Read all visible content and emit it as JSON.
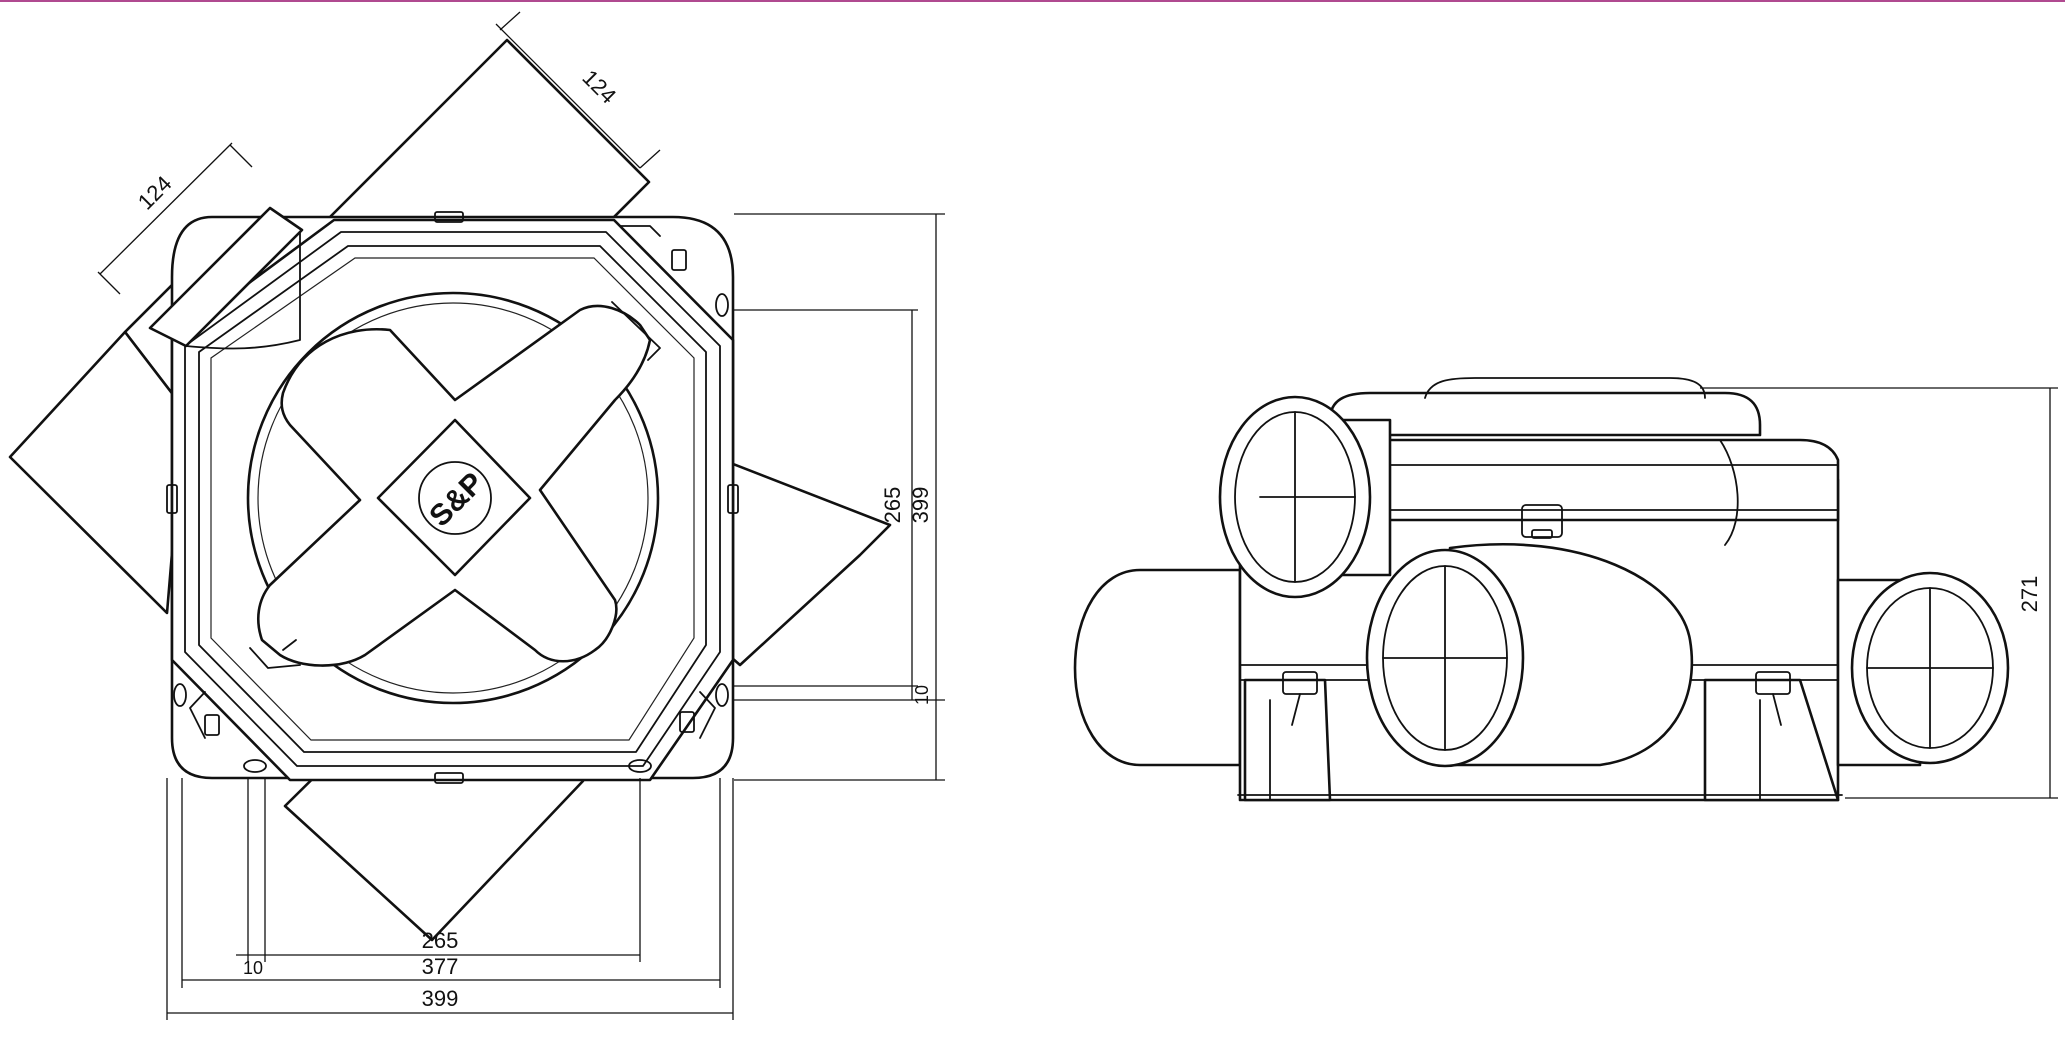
{
  "colors": {
    "line": "#111111",
    "background": "#ffffff",
    "top_accent": "#b04a90"
  },
  "logo_text": "S&P",
  "top_view": {
    "dimensions": {
      "duct_upper": "124",
      "duct_left": "124",
      "right_265": "265",
      "right_399": "399",
      "right_10": "10",
      "bottom_265": "265",
      "bottom_10": "10",
      "bottom_377": "377",
      "bottom_399": "399"
    }
  },
  "side_view": {
    "dimensions": {
      "height_271": "271"
    }
  }
}
